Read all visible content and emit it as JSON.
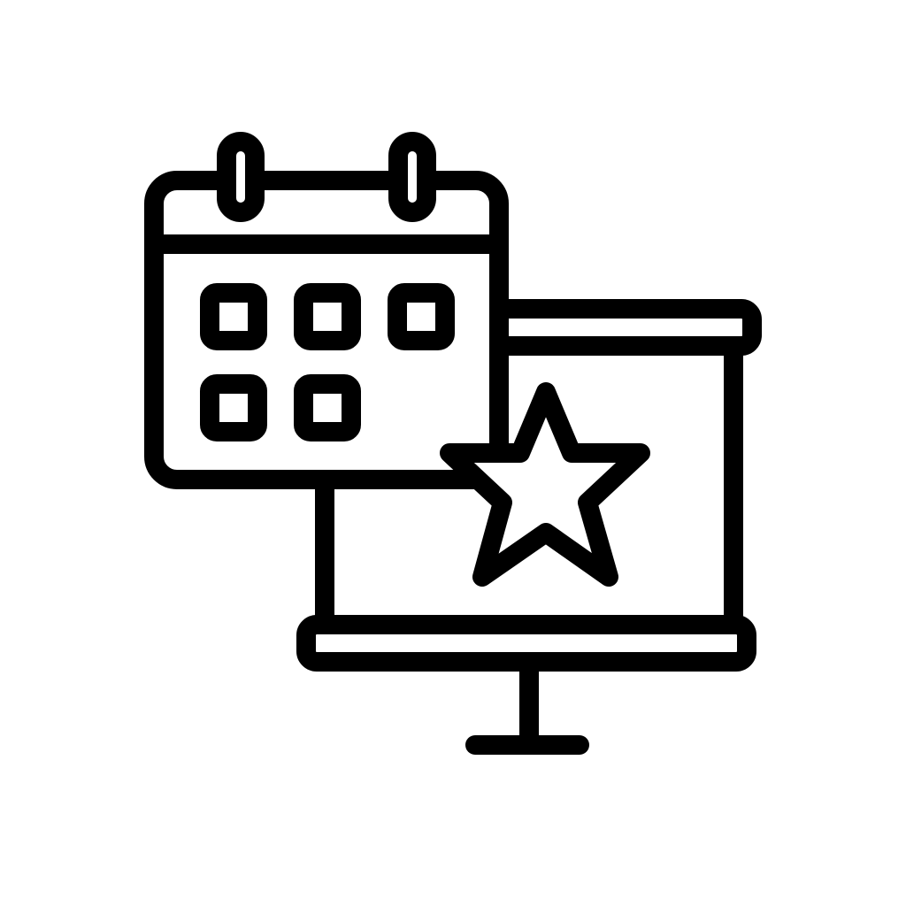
{
  "icon": {
    "name": "calendar-presentation-star-icon",
    "parts": [
      "calendar-icon",
      "presentation-screen-icon",
      "star-icon"
    ],
    "calendar_grid": {
      "rows": 2,
      "row_counts": [
        3,
        2
      ]
    }
  },
  "colors": {
    "stroke": "#000000",
    "fill": "#ffffff",
    "background": "#ffffff"
  }
}
